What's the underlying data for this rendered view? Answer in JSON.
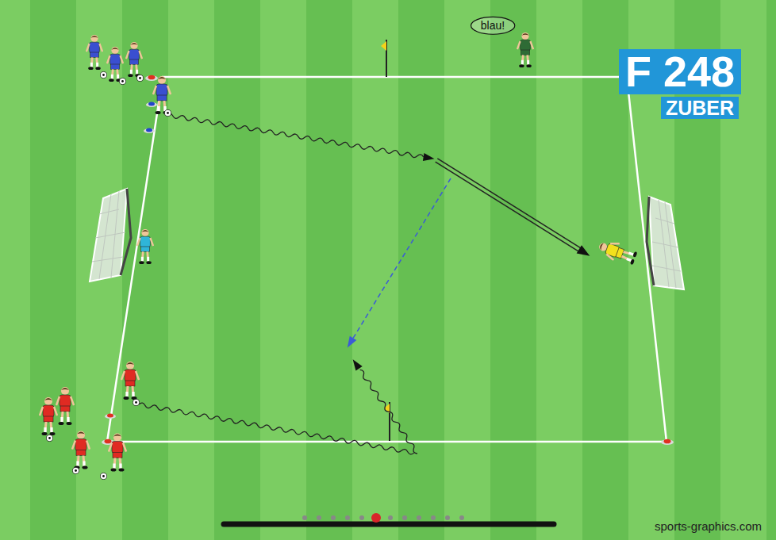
{
  "diagram": {
    "nodes": [
      {
        "text": [
          "blau!"
        ]
      },
      {
        "text": [
          "F 248"
        ]
      },
      {
        "text": [
          "ZUBER"
        ]
      }
    ],
    "labels": [
      "sports-graphics.com"
    ]
  }
}
